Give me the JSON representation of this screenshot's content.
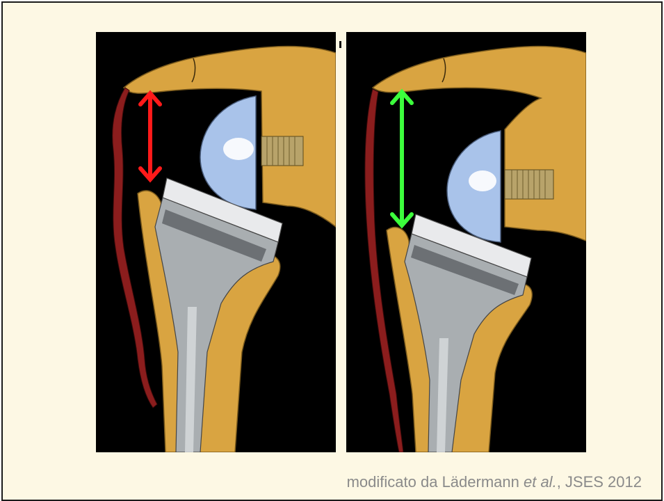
{
  "caption": {
    "prefix": "modificato da Lädermann ",
    "italic": "et al.",
    "suffix": ", JSES 2012"
  },
  "colors": {
    "slide_background": "#fdf8e4",
    "bone": "#d9a441",
    "muscle": "#8b1d1d",
    "implant_metal": "#a9aeb1",
    "glenosphere": "#a9c3ea",
    "arrow_short": "#ff1a1a",
    "arrow_long": "#3cff3c"
  },
  "icons": {
    "left_arrow": "double-headed-arrow",
    "right_arrow": "double-headed-arrow"
  }
}
